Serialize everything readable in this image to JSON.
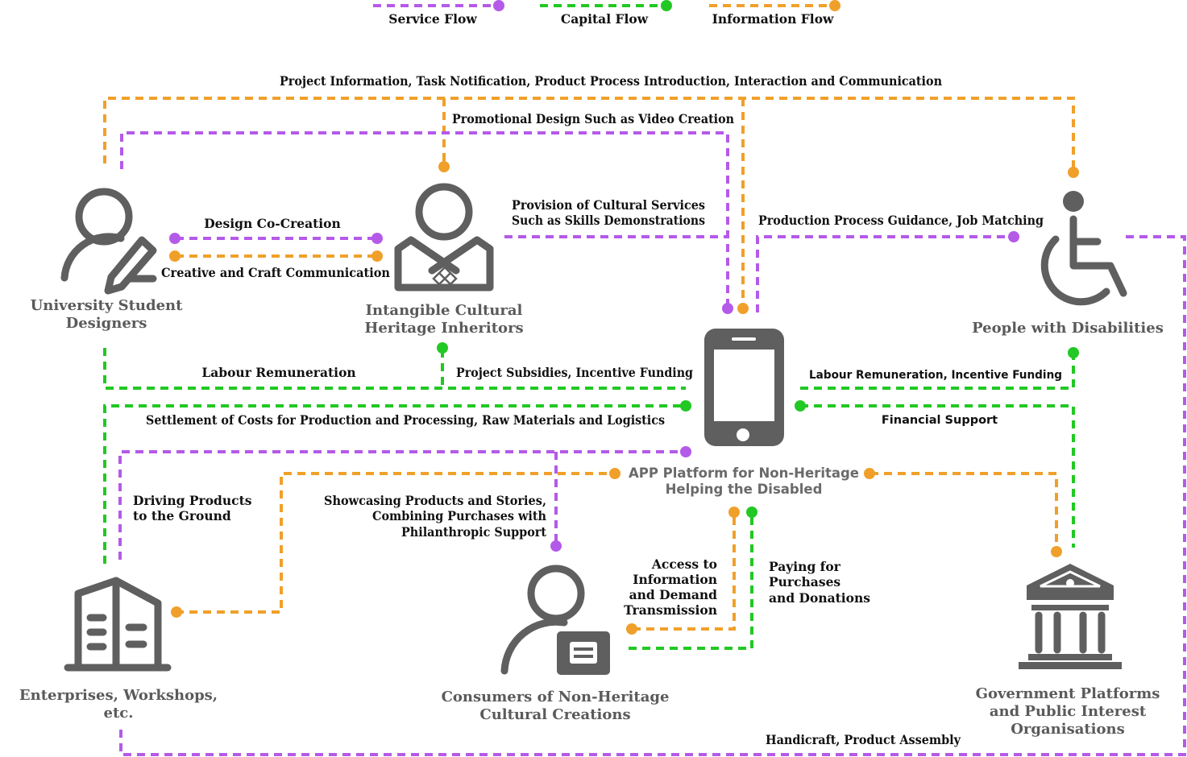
{
  "colors": {
    "service": "#b45ae8",
    "capital": "#22c823",
    "information": "#f0a02a",
    "icon": "#5f5f5f"
  },
  "legend": {
    "service": "Service Flow",
    "capital": "Capital Flow",
    "information": "Information Flow"
  },
  "nodes": {
    "designers": [
      "University Student",
      "Designers"
    ],
    "inheritors": [
      "Intangible Cultural",
      "Heritage Inheritors"
    ],
    "disabled": "People with Disabilities",
    "app": [
      "APP Platform for Non-Heritage",
      "Helping the Disabled"
    ],
    "enterprises": [
      "Enterprises, Workshops,",
      "etc."
    ],
    "consumers": [
      "Consumers of Non-Heritage",
      "Cultural Creations"
    ],
    "government": [
      "Government Platforms",
      "and Public Interest",
      "Organisations"
    ]
  },
  "flows": {
    "project_info": "Project Information, Task Notification, Product Process Introduction, Interaction and Communication",
    "promotional": "Promotional Design Such as Video Creation",
    "design_cocreation": "Design Co-Creation",
    "craft_communication": "Creative and Craft Communication",
    "cultural_services": [
      "Provision of Cultural Services",
      "Such as Skills Demonstrations"
    ],
    "production_guidance": "Production Process Guidance, Job Matching",
    "labour_remuneration": "Labour Remuneration",
    "project_subsidies": "Project Subsidies, Incentive Funding",
    "labour_incentive": "Labour Remuneration, Incentive Funding",
    "settlement": "Settlement of Costs for Production and Processing, Raw Materials and Logistics",
    "financial_support": "Financial Support",
    "driving_products": [
      "Driving Products",
      "to the Ground"
    ],
    "showcasing": [
      "Showcasing Products and Stories,",
      "Combining Purchases with",
      "Philanthropic Support"
    ],
    "access_info": [
      "Access to",
      "Information",
      "and Demand",
      "Transmission"
    ],
    "paying": [
      "Paying for",
      "Purchases",
      "and Donations"
    ],
    "handicraft": "Handicraft, Product Assembly"
  }
}
